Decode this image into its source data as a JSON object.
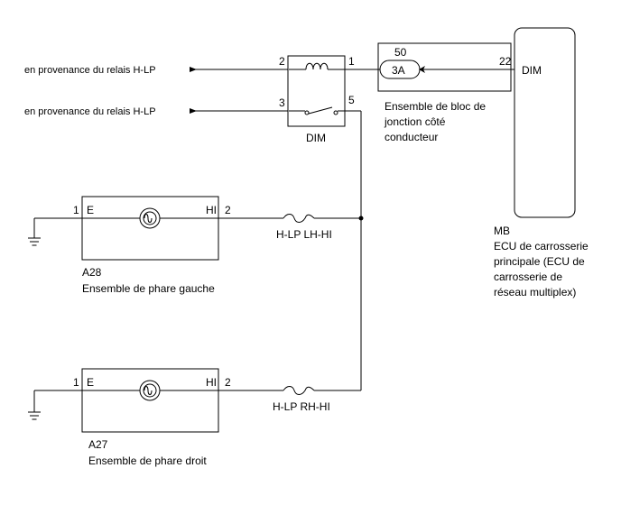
{
  "inputs": {
    "input_1": "en provenance du relais H-LP",
    "input_2": "en provenance du relais H-LP"
  },
  "relay": {
    "name": "DIM",
    "pin_coil_in": "2",
    "pin_coil_out": "1",
    "pin_switch_in": "3",
    "pin_switch_out": "5"
  },
  "junction_block": {
    "top_number": "50",
    "connector": "3A",
    "label_line1": "Ensemble de bloc de",
    "label_line2": "jonction côté",
    "label_line3": "conducteur"
  },
  "ecu": {
    "pin": "22",
    "pin_name": "DIM",
    "code": "MB",
    "label_line1": "ECU de carrosserie",
    "label_line2": "principale (ECU de",
    "label_line3": "carrosserie de",
    "label_line4": "réseau multiplex)"
  },
  "left_headlamp": {
    "code": "A28",
    "name": "Ensemble de phare gauche",
    "pin_e_number": "1",
    "pin_e_label": "E",
    "pin_hi_label": "HI",
    "pin_hi_number": "2",
    "fuse": "H-LP LH-HI"
  },
  "right_headlamp": {
    "code": "A27",
    "name": "Ensemble de phare droit",
    "pin_e_number": "1",
    "pin_e_label": "E",
    "pin_hi_label": "HI",
    "pin_hi_number": "2",
    "fuse": "H-LP RH-HI"
  }
}
